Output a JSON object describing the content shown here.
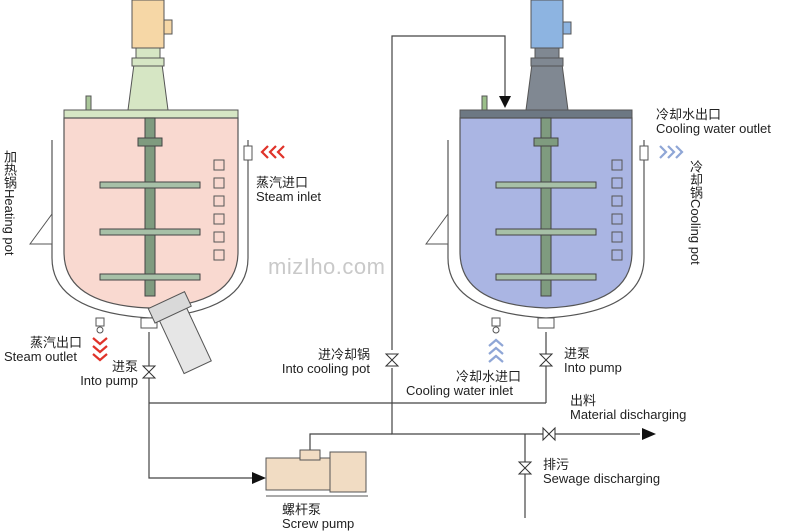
{
  "colors": {
    "heating_pot_fill": "#f9d9d0",
    "cooling_pot_fill": "#aab5e3",
    "steam_arrow": "#e0332a",
    "cooling_arrow": "#8fa6d6",
    "motor_left": "#f6d7a6",
    "motor_right": "#8db4e1",
    "gearbox_left": "#d6e6c4",
    "gearbox_right": "#808892",
    "shaft": "#7f9b7f",
    "pump": "#f1dcc3",
    "line": "#444444"
  },
  "watermark": "mizIho.com",
  "labels": {
    "heating_pot": "加热锅Heating pot",
    "cooling_pot": "冷却锅Cooling pot",
    "steam_inlet_cn": "蒸汽进口",
    "steam_inlet_en": "Steam inlet",
    "steam_outlet_cn": "蒸汽出口",
    "steam_outlet_en": "Steam outlet",
    "into_pump_left_cn": "进泵",
    "into_pump_left_en": "Into pump",
    "into_cooling_pot_cn": "进冷却锅",
    "into_cooling_pot_en": "Into cooling pot",
    "cooling_water_outlet_cn": "冷却水出口",
    "cooling_water_outlet_en": "Cooling water outlet",
    "cooling_water_inlet_cn": "冷却水进口",
    "cooling_water_inlet_en": "Cooling water inlet",
    "into_pump_right_cn": "进泵",
    "into_pump_right_en": "Into pump",
    "material_discharging_cn": "出料",
    "material_discharging_en": "Material discharging",
    "sewage_discharging_cn": "排污",
    "sewage_discharging_en": "Sewage discharging",
    "screw_pump_cn": "螺杆泵",
    "screw_pump_en": "Screw pump"
  }
}
